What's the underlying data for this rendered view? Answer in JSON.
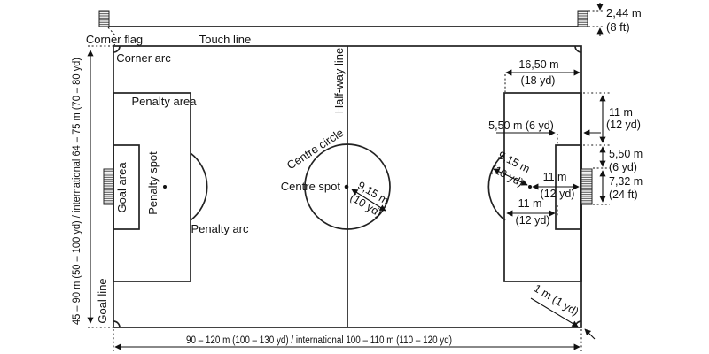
{
  "labels": {
    "corner_flag": "Corner flag",
    "touch_line": "Touch line",
    "corner_arc": "Corner arc",
    "penalty_area": "Penalty area",
    "goal_area": "Goal area",
    "penalty_spot": "Penalty spot",
    "penalty_arc": "Penalty arc",
    "goal_line": "Goal line",
    "half_way_line": "Half-way line",
    "centre_circle": "Centre circle",
    "centre_spot": "Centre spot"
  },
  "dimensions": {
    "goal_height_m": "2,44 m",
    "goal_height_ft": "(8 ft)",
    "pitch_width_range": "45 – 90 m (50 – 100 yd) / international 64 – 75 m (70 – 80 yd)",
    "pitch_length_range": "90 – 120 m (100 – 130 yd) / international 100 – 110 m (110 – 120 yd)",
    "penalty_area_depth_m": "16,50 m",
    "penalty_area_depth_yd": "(18 yd)",
    "penalty_to_goal_area_m": "11 m",
    "penalty_to_goal_area_yd": "(12 yd)",
    "goal_area_depth": "5,50 m (6 yd)",
    "goal_area_extension_m": "5,50 m",
    "goal_area_extension_yd": "(6 yd)",
    "goal_width_m": "7,32 m",
    "goal_width_ft": "(24 ft)",
    "penalty_spot_distance_m": "11 m",
    "penalty_spot_distance_yd": "(12 yd)",
    "penalty_front_gap_m": "11 m",
    "penalty_front_gap_yd": "(12 yd)",
    "centre_circle_radius_m": "9,15 m",
    "centre_circle_radius_yd": "(10 yd)",
    "penalty_arc_radius_m": "9,15 m",
    "penalty_arc_radius_yd": "(10 yd)",
    "corner_arc_radius": "1 m (1 yd)"
  }
}
